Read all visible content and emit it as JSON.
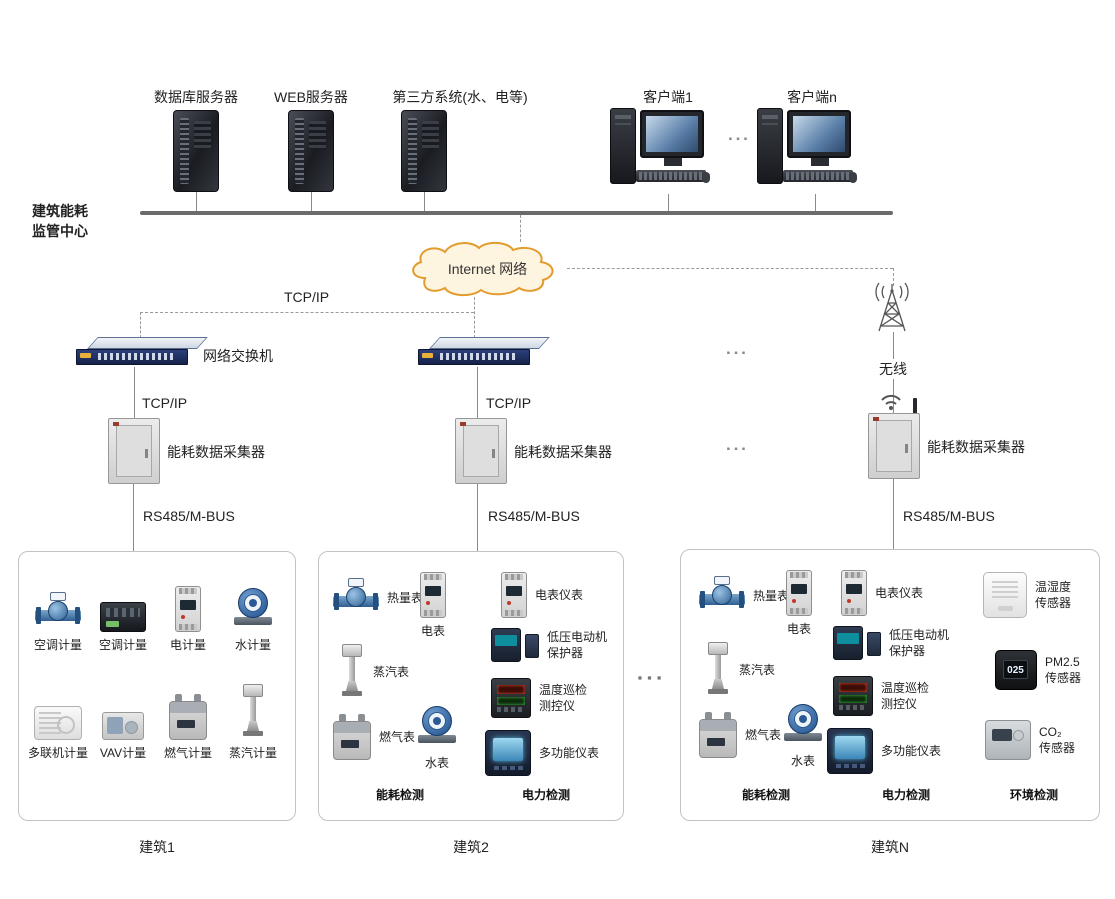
{
  "top": {
    "servers": [
      {
        "label": "数据库服务器"
      },
      {
        "label": "WEB服务器"
      },
      {
        "label": "第三方系统(水、电等)"
      }
    ],
    "clients": [
      {
        "label": "客户端1"
      },
      {
        "label": "客户端n"
      }
    ],
    "ellipsis": "▪▪▪"
  },
  "center": {
    "label": "建筑能耗\n监管中心"
  },
  "cloud": {
    "label": "Internet 网络"
  },
  "net": {
    "tcpip": "TCP/IP",
    "switch_label": "网络交换机",
    "wireless": "无线",
    "collector": "能耗数据采集器",
    "rs485": "RS485/M-BUS",
    "ellipsis": "▪▪▪"
  },
  "buildings_ellipsis": "▪▪▪",
  "buildings": [
    {
      "name": "建筑1",
      "devices": [
        {
          "label": "空调计量"
        },
        {
          "label": "空调计量"
        },
        {
          "label": "电计量"
        },
        {
          "label": "水计量"
        },
        {
          "label": "多联机计量"
        },
        {
          "label": "VAV计量"
        },
        {
          "label": "燃气计量"
        },
        {
          "label": "蒸汽计量"
        }
      ]
    },
    {
      "name": "建筑2",
      "groups": [
        {
          "title": "能耗检测",
          "devices": [
            {
              "label": "热量表"
            },
            {
              "label": "电表"
            },
            {
              "label": "蒸汽表"
            },
            {
              "label": "燃气表"
            },
            {
              "label": "水表"
            }
          ]
        },
        {
          "title": "电力检测",
          "devices": [
            {
              "label": "电表仪表"
            },
            {
              "label": "低压电动机\n保护器"
            },
            {
              "label": "温度巡检\n测控仪"
            },
            {
              "label": "多功能仪表"
            }
          ]
        }
      ]
    },
    {
      "name": "建筑N",
      "groups": [
        {
          "title": "能耗检测",
          "devices": [
            {
              "label": "热量表"
            },
            {
              "label": "电表"
            },
            {
              "label": "蒸汽表"
            },
            {
              "label": "燃气表"
            },
            {
              "label": "水表"
            }
          ]
        },
        {
          "title": "电力检测",
          "devices": [
            {
              "label": "电表仪表"
            },
            {
              "label": "低压电动机\n保护器"
            },
            {
              "label": "温度巡检\n测控仪"
            },
            {
              "label": "多功能仪表"
            }
          ]
        },
        {
          "title": "环境检测",
          "devices": [
            {
              "label": "温湿度\n传感器"
            },
            {
              "label": "PM2.5\n传感器",
              "reading": "025"
            },
            {
              "label": "CO₂\n传感器"
            }
          ]
        }
      ]
    }
  ]
}
